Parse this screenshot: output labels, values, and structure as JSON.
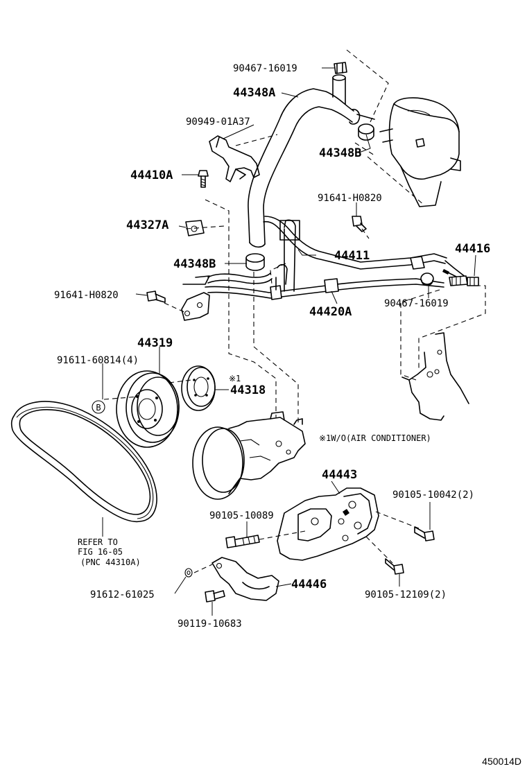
{
  "labels": {
    "p90467_top": "90467-16019",
    "p44348A": "44348A",
    "p90949": "90949-01A37",
    "p44348B_top": "44348B",
    "p44410A": "44410A",
    "p91641_right": "91641-H0820",
    "p44327A": "44327A",
    "p44416": "44416",
    "p44348B_mid": "44348B",
    "p44411": "44411",
    "p91641_left": "91641-H0820",
    "p90467_right": "90467-16019",
    "p44420A": "44420A",
    "p44319": "44319",
    "p91611": "91611-60814(4)",
    "note_mark": "※1",
    "p44318": "44318",
    "callout_b": "B",
    "note_text": "※1W/O(AIR CONDITIONER)",
    "p44443": "44443",
    "p90105_10042": "90105-10042(2)",
    "p90105_10089": "90105-10089",
    "refer_line1": "REFER TO",
    "refer_line2": "FIG 16-05",
    "refer_line3": "(PNC 44310A)",
    "p91612": "91612-61025",
    "p44446": "44446",
    "p90105_12109": "90105-12109(2)",
    "p90119": "90119-10683"
  },
  "figure_code": "450014D"
}
